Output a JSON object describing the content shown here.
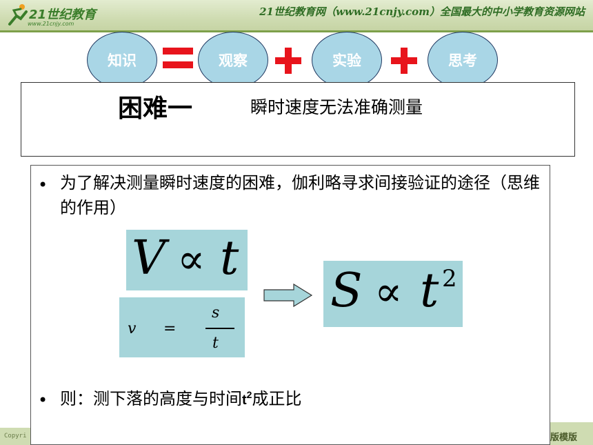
{
  "header": {
    "logo_name": "21世纪教育",
    "logo_url": "www.21cnjy.com",
    "slogan": "21世纪教育网（www.21cnjy.com）全国最大的中小学教育资源网站"
  },
  "equation_row": {
    "items": [
      "知识",
      "观察",
      "实验",
      "思考"
    ],
    "equals": "=",
    "plus": "+"
  },
  "title": {
    "main": "困难一",
    "sub": "瞬时速度无法准确测量"
  },
  "content": {
    "bullet_symbol": "•",
    "bullet1": "为了解决测量瞬时速度的困难，伽利略寻求间接验证的途径（思维的作用）",
    "bullet2_prefix": "则：测下落的高度与时间",
    "bullet2_var": "t",
    "bullet2_sup": "2",
    "bullet2_suffix": "成正比"
  },
  "formulas": {
    "f1_left": "V",
    "f1_symbol": "∝",
    "f1_right": "t",
    "f2_left": "v",
    "f2_eq": "=",
    "f2_num": "s",
    "f2_den": "t",
    "f3_left": "S",
    "f3_symbol": "∝",
    "f3_right": "t",
    "f3_sup": "2"
  },
  "footer": {
    "left": "Copyri",
    "right": "版模版"
  },
  "colors": {
    "oval_fill": "#a9d6e6",
    "operator_red": "#e8141c",
    "formula_bg": "#a6d5da",
    "header_green": "#cfdcb2"
  }
}
